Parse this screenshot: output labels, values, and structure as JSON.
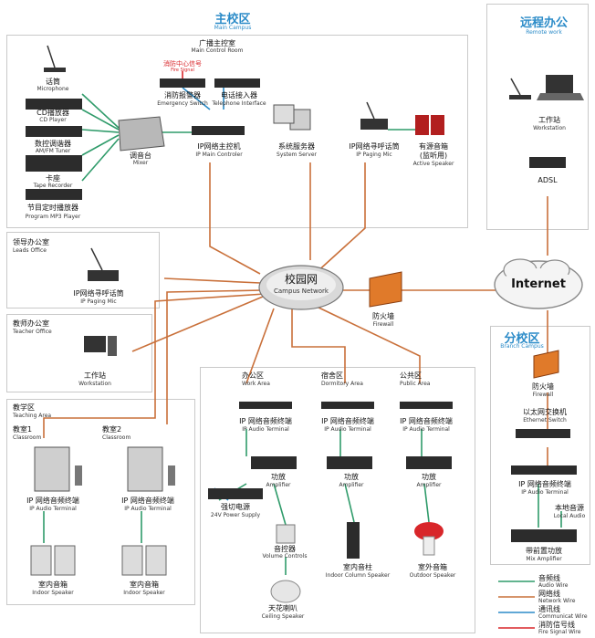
{
  "zones": {
    "main_campus": {
      "title": "主校区",
      "subtitle": "Main Campus"
    },
    "remote_work": {
      "title": "远程办公",
      "subtitle": "Remote work"
    },
    "branch_campus": {
      "title": "分校区",
      "subtitle": "Branch Campus"
    },
    "leads_office": {
      "title": "领导办公室",
      "subtitle": "Leads Office"
    },
    "teacher_office": {
      "title": "教师办公室",
      "subtitle": "Teacher Office"
    },
    "teaching_area": {
      "title": "教学区",
      "subtitle": "Teaching Area"
    }
  },
  "main_campus": {
    "microphone": {
      "cn": "话筒",
      "en": "Microphone"
    },
    "cd_player": {
      "cn": "CD播放器",
      "en": "CD Player"
    },
    "tuner": {
      "cn": "数控调谐器",
      "en": "AM/FM Tuner"
    },
    "tape": {
      "cn": "卡座",
      "en": "Tape Recorder"
    },
    "mp3": {
      "cn": "节目定时播放器",
      "en": "Program MP3 Player"
    },
    "mixer": {
      "cn": "调音台",
      "en": "Mixer"
    },
    "control_room": {
      "cn": "广播主控室",
      "en": "Main Control Room"
    },
    "fire_signal": {
      "cn": "消防中心信号",
      "en": "Fire Signal"
    },
    "emergency": {
      "cn": "消防报警器",
      "en": "Emergency Switch"
    },
    "telephone": {
      "cn": "电话接入器",
      "en": "Telephone Interface"
    },
    "ip_main": {
      "cn": "IP网络主控机",
      "en": "IP Main Controler"
    },
    "server": {
      "cn": "系统服务器",
      "en": "System Server"
    },
    "paging_mic": {
      "cn": "IP网络寻呼话筒",
      "en": "IP Paging Mic"
    },
    "active_speaker": {
      "cn": "有源音箱",
      "cn2": "(监听用)",
      "en": "Active Speaker"
    }
  },
  "remote": {
    "workstation": {
      "cn": "工作站",
      "en": "Workstation"
    },
    "adsl": "ADSL"
  },
  "internet": "Internet",
  "campus_network": {
    "cn": "校园网",
    "en": "Campus Network"
  },
  "firewall_main": {
    "cn": "防火墙",
    "en": "Firewall"
  },
  "leads": {
    "paging_mic": {
      "cn": "IP网络寻呼话筒",
      "en": "IP Paging Mic"
    }
  },
  "teacher": {
    "workstation": {
      "cn": "工作站",
      "en": "Workstation"
    }
  },
  "teaching": {
    "classroom1": {
      "cn": "教室1",
      "en": "Classroom"
    },
    "classroom2": {
      "cn": "教室2",
      "en": "Classroom"
    },
    "terminal": {
      "cn": "IP 网络音频终端",
      "en": "IP Audio Terminal"
    },
    "indoor_speaker": {
      "cn": "室内音箱",
      "en": "Indoor Speaker"
    }
  },
  "areas": {
    "work": {
      "cn": "办公区",
      "en": "Work Area"
    },
    "dormitory": {
      "cn": "宿舍区",
      "en": "Dormitory Area"
    },
    "public": {
      "cn": "公共区",
      "en": "Public Area"
    },
    "terminal": {
      "cn": "IP 网络音频终端",
      "en": "IP Audio Terminal"
    },
    "amplifier": {
      "cn": "功放",
      "en": "Amplifier"
    },
    "power": {
      "cn": "强切电源",
      "en": "24V Power Supply"
    },
    "volume": {
      "cn": "音控器",
      "en": "Volume Controls"
    },
    "ceiling": {
      "cn": "天花喇叭",
      "en": "Ceiling Speaker"
    },
    "column": {
      "cn": "室内音柱",
      "en": "Indoor Column Speaker"
    },
    "outdoor": {
      "cn": "室外音箱",
      "en": "Outdoor Speaker"
    }
  },
  "branch": {
    "firewall": {
      "cn": "防火墙",
      "en": "Firewall"
    },
    "switch": {
      "cn": "以太网交换机",
      "en": "Ethernet Switch"
    },
    "terminal": {
      "cn": "IP 网络音频终端",
      "en": "IP Audio Terminal"
    },
    "local_audio": {
      "cn": "本地音源",
      "en": "Local Audio"
    },
    "mix_amp": {
      "cn": "带前置功放",
      "en": "Mix Amplifier"
    }
  },
  "legend": [
    {
      "cn": "音频线",
      "en": "Audio Wire",
      "color": "#2f9b6a"
    },
    {
      "cn": "网络线",
      "en": "Network Wire",
      "color": "#c9703a"
    },
    {
      "cn": "通讯线",
      "en": "Communicat Wire",
      "color": "#2b8bc8"
    },
    {
      "cn": "消防信号线",
      "en": "Fire Signal Wire",
      "color": "#d8262a"
    }
  ],
  "colors": {
    "audio": "#2f9b6a",
    "network": "#c9703a",
    "comm": "#2b8bc8",
    "fire": "#d8262a",
    "title": "#2b8bc8"
  }
}
